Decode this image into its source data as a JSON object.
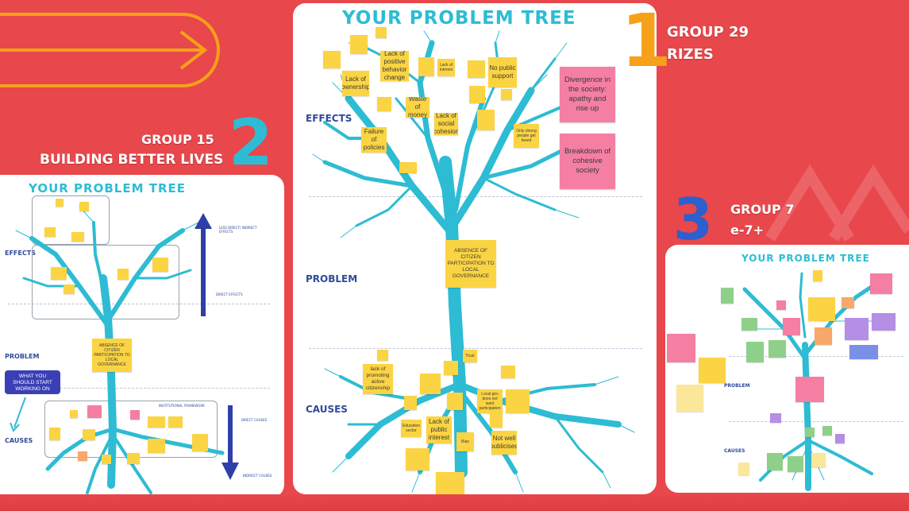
{
  "center": {
    "title": "YOUR PROBLEM TREE",
    "sections": {
      "effects": "EFFECTS",
      "problem": "PROBLEM",
      "causes": "CAUSES"
    },
    "core_problem": "ABSENCE OF CITIZEN PARTICIPATION TO LOCAL GOVERNANCE",
    "effect_notes": [
      "Lack of ownership",
      "Lack of positive behavior change",
      "Waste of money",
      "Lack of social cohesion",
      "Failure of policies",
      "No public support",
      "Lack of interest",
      "Only strong people get heard"
    ],
    "cause_notes": [
      "lack of promoting active citizenship",
      "Lack of public interest",
      "Not well publicised",
      "Local gov does not want participation",
      "Education sector",
      "Bias",
      "Trust"
    ],
    "pink_notes": [
      "Divergence in the society: apathy and rise up",
      "Breakdown of cohesive society"
    ]
  },
  "group1": {
    "number": "1",
    "line1": "GROUP 29",
    "line2": "RIZES"
  },
  "group2": {
    "number": "2",
    "line1": "GROUP 15",
    "line2": "BUILDING BETTER LIVES"
  },
  "group3": {
    "number": "3",
    "line1": "GROUP 7",
    "line2": "e-7+"
  },
  "left": {
    "title": "YOUR PROBLEM TREE",
    "sections": {
      "effects": "EFFECTS",
      "problem": "PROBLEM",
      "causes": "CAUSES"
    },
    "core_problem": "ABSENCE OF CITIZEN PARTICIPATION TO LOCAL GOVERNANCE",
    "callout": "WHAT YOU SHOULD START WORKING ON",
    "arrow_up_label": "LESS DIRECT/ INDIRECT EFFECTS",
    "direct_effects": "DIRECT EFFECTS",
    "direct_causes": "DIRECT CAUSES",
    "indirect_causes": "INDIRECT CAUSES",
    "institutional": "INSTITUTIONAL FRAMEWORK"
  },
  "right": {
    "title": "YOUR PROBLEM TREE",
    "sections": {
      "problem": "PROBLEM",
      "causes": "CAUSES"
    }
  },
  "colors": {
    "background": "#e8474b",
    "tree": "#2dbcd3",
    "orange": "#f6a11a",
    "cyan": "#2dbcd3",
    "blue": "#2d5fcf",
    "note_yellow": "#fbd443",
    "note_pink": "#f47fa3",
    "label_blue": "#2f4a9a"
  }
}
